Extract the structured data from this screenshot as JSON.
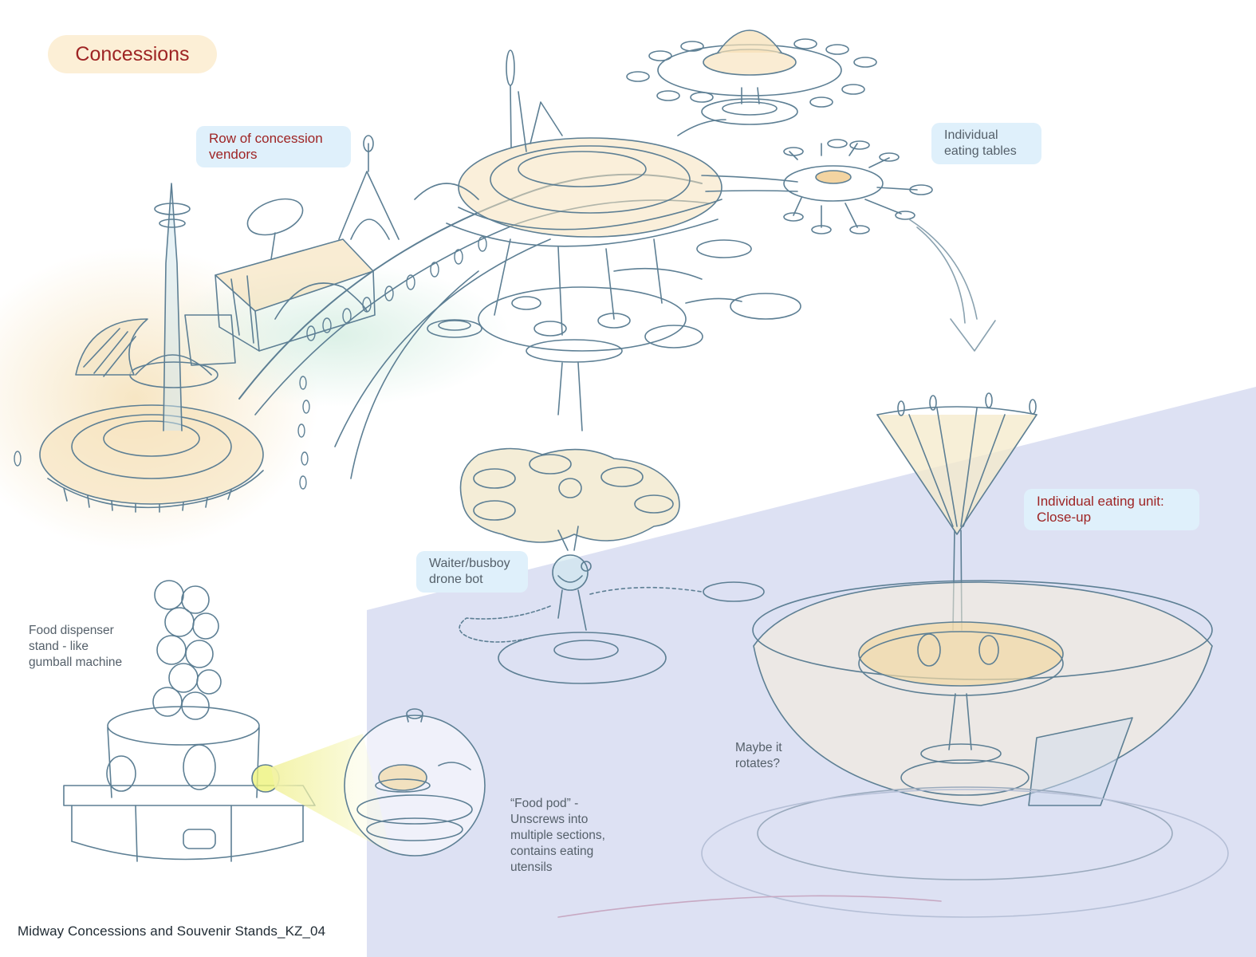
{
  "title": "Concessions",
  "footer": "Midway Concessions and Souvenir Stands_KZ_04",
  "labels": {
    "row_vendors": "Row of concession\nvendors",
    "eating_tables": "Individual\neating tables",
    "eating_unit": "Individual eating unit:\nClose-up",
    "drone_bot": "Waiter/busboy\ndrone bot",
    "dispenser": "Food dispenser\nstand - like\ngumball machine",
    "rotates": "Maybe it\nrotates?",
    "food_pod": "“Food pod” -\nUnscrews into\nmultiple sections,\ncontains eating\nutensils"
  },
  "colors": {
    "label_red": "#9e2424",
    "label_gray": "#55606a",
    "callout_bg": "#dff0fb",
    "title_bg": "#fcefd6",
    "panel_lavender": "#dde1f3",
    "sketch_line": "#5d7f94",
    "sketch_warm": "#f3d7a6"
  }
}
